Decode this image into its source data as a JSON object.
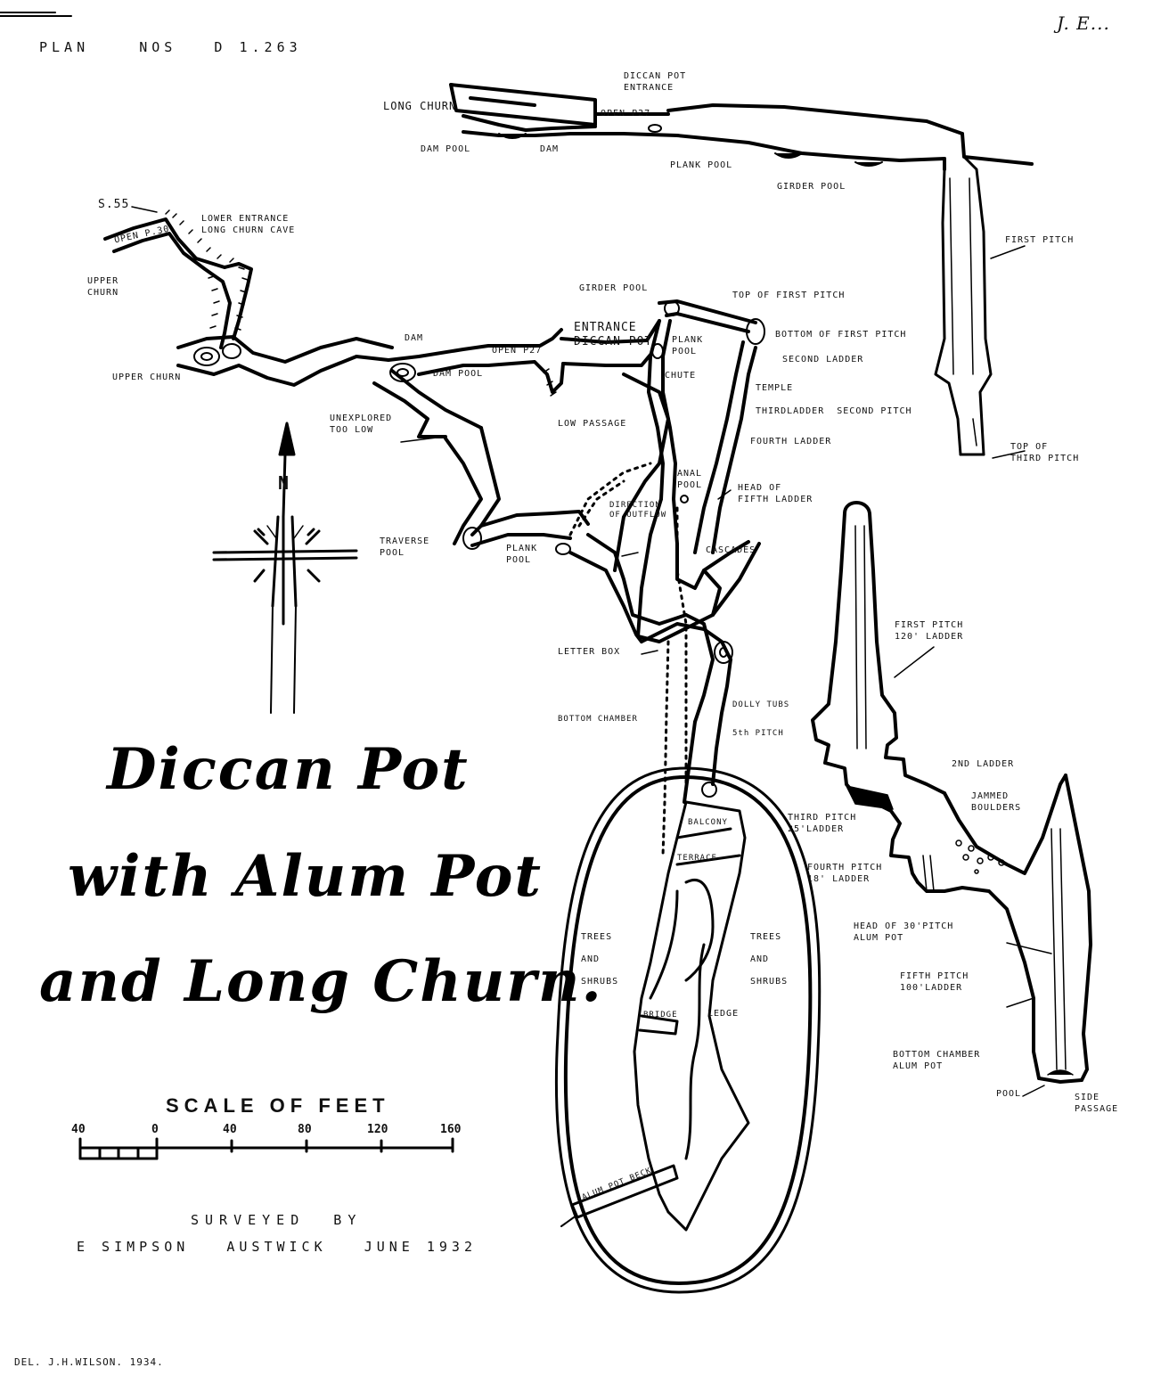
{
  "header": {
    "plan_ref": "PLAN    NOS   D 1.263",
    "signature": "J. E..."
  },
  "title": {
    "line1": "Diccan  Pot",
    "line2": "with Alum Pot",
    "line3": "and Long Churn."
  },
  "scale": {
    "title": "SCALE OF FEET",
    "ticks": [
      "40",
      "0",
      "40",
      "80",
      "120",
      "160"
    ]
  },
  "credits": {
    "surveyed_by": "SURVEYED  BY",
    "surveyor": "E SIMPSON   AUSTWICK   JUNE 1932",
    "draughtsman": "DEL. J.H.WILSON. 1934."
  },
  "compass": {
    "north": "N"
  },
  "labels": {
    "long_churn_top": "LONG CHURN",
    "diccan_pot_entrance_top": "DICCAN POT\nENTRANCE",
    "open_p27_top": "OPEN P27",
    "dam_pool_top": "DAM POOL",
    "dam_top": "DAM",
    "plank_pool_top": "PLANK POOL",
    "girder_pool_top": "GIRDER POOL",
    "first_pitch_right": "FIRST PITCH",
    "top_third_pitch": "TOP OF\nTHIRD PITCH",
    "s55": "S.55",
    "open_p30": "OPEN P.30",
    "lower_entrance": "LOWER ENTRANCE\nLONG CHURN CAVE",
    "upper_churn_left": "UPPER\nCHURN",
    "upper_churn": "UPPER CHURN",
    "dam": "DAM",
    "dam_pool": "DAM POOL",
    "girder_pool": "GIRDER POOL",
    "entrance_diccan": "ENTRANCE\nDICCAN POT",
    "open_p27": "OPEN P27",
    "top_first_pitch": "TOP OF FIRST PITCH",
    "bottom_first_pitch": "BOTTOM OF FIRST PITCH",
    "second_ladder": "SECOND LADDER",
    "plank_pool": "PLANK\nPOOL",
    "chute": "CHUTE",
    "temple": "TEMPLE",
    "third_ladder_second_pitch": "THIRDLADDER  SECOND PITCH",
    "fourth_ladder": "FOURTH LADDER",
    "unexplored": "UNEXPLORED\nTOO LOW",
    "low_passage": "LOW PASSAGE",
    "anal_pool": "ANAL\nPOOL",
    "head_fifth_ladder": "HEAD OF\nFIFTH LADDER",
    "direction_outflow": "DIRECTION\nOF OUTFLOW",
    "traverse_pool": "TRAVERSE\nPOOL",
    "plank_pool2": "PLANK\nPOOL",
    "cascades": "CASCADES",
    "letter_box": "LETTER BOX",
    "dolly_tubs": "DOLLY TUBS",
    "bottom_chamber_a": "BOTTOM CHAMBER",
    "fifth_pitch_a": "5th PITCH",
    "balcony": "BALCONY",
    "terrace": "TERRACE",
    "trees_left": "TREES\n\nAND\n\nSHRUBS",
    "trees_right": "TREES\n\nAND\n\nSHRUBS",
    "bridge": "BRIDGE",
    "ledge": "LEDGE",
    "alum_pot_beck": "ALUM POT BECK",
    "first_pitch_120": "FIRST PITCH\n120' LADDER",
    "second_ladder_right": "2ND LADDER",
    "jammed_boulders": "JAMMED\nBOULDERS",
    "third_pitch_25": "THIRD PITCH\n25'LADDER",
    "fourth_pitch_18": "FOURTH PITCH\n18' LADDER",
    "head_30_pitch": "HEAD OF 30'PITCH\nALUM POT",
    "fifth_pitch_100": "FIFTH PITCH\n100'LADDER",
    "bottom_chamber_alum": "BOTTOM CHAMBER\nALUM POT",
    "pool": "POOL",
    "side_passage": "SIDE\nPASSAGE"
  }
}
